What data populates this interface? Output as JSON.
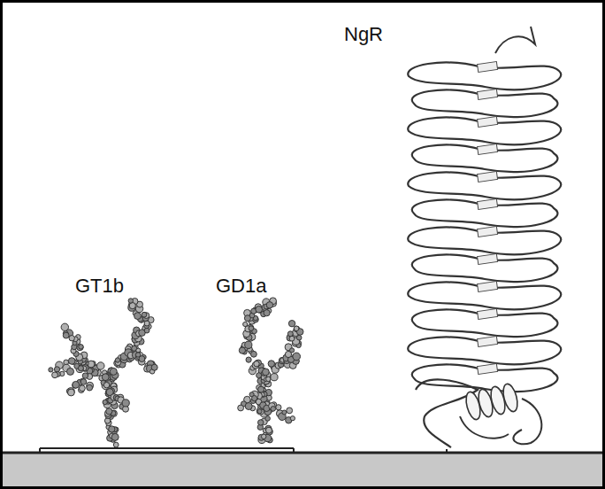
{
  "diagram": {
    "labels": [
      "GT1b",
      "GD1a",
      "NgR"
    ]
  }
}
